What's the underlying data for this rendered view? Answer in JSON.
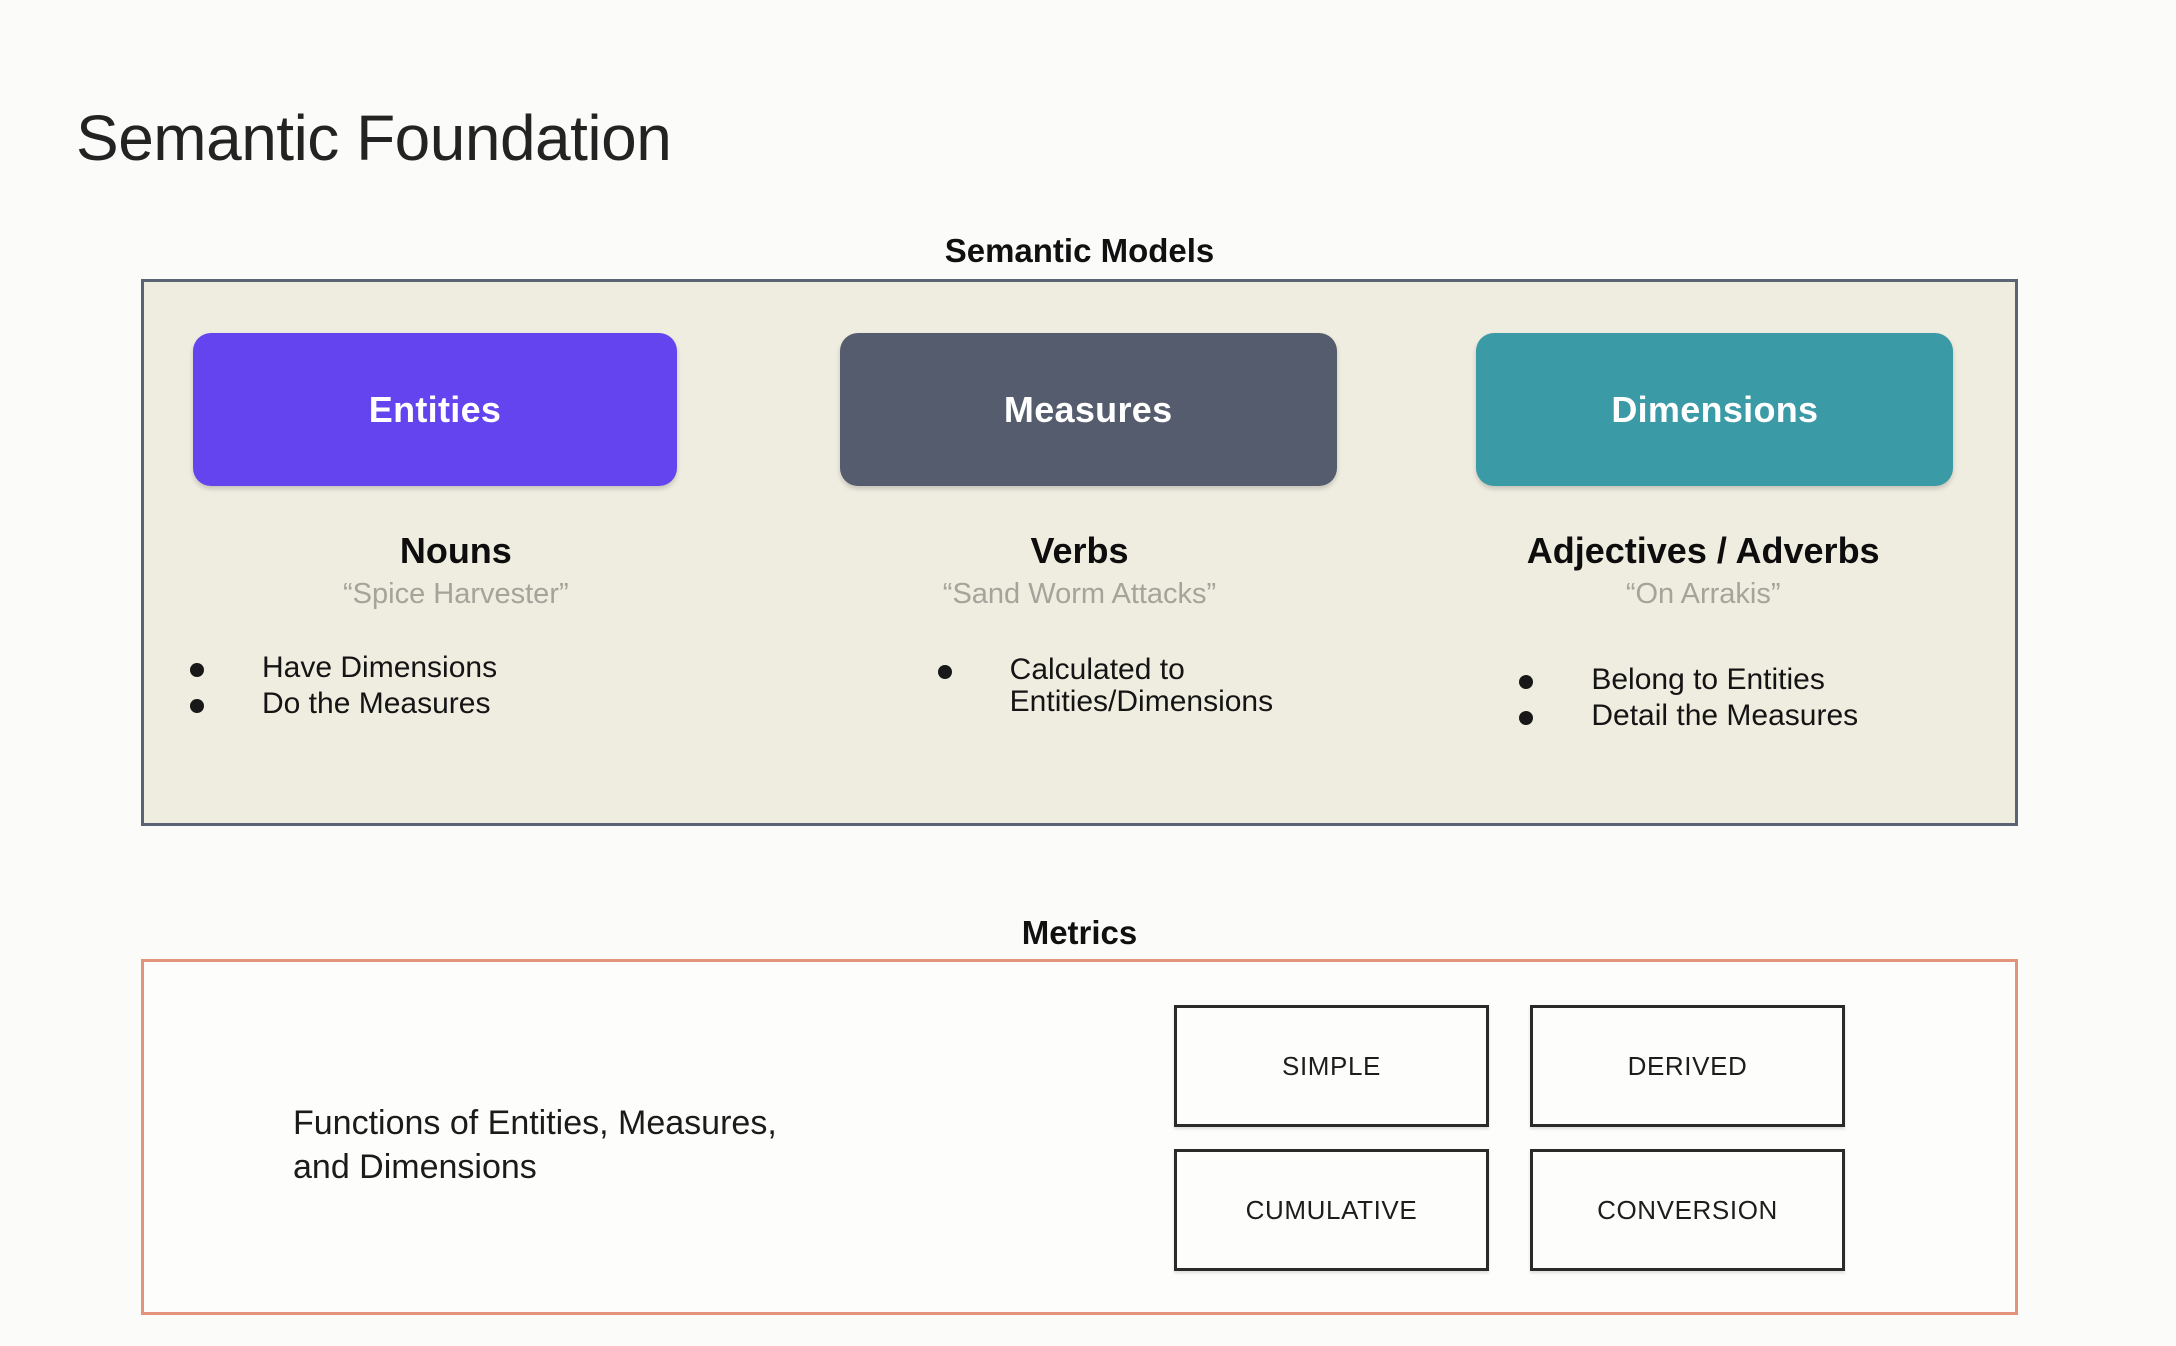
{
  "page": {
    "title": "Semantic Foundation",
    "background_color": "#fbfcf9"
  },
  "semantic_models": {
    "caption": "Semantic Models",
    "panel_background": "#efece0",
    "panel_border_color": "#5a6474",
    "columns": [
      {
        "pill_label": "Entities",
        "pill_color": "#6344ef",
        "part_of_speech": "Nouns",
        "example": "“Spice Harvester”",
        "bullets": [
          "Have Dimensions",
          "Do the Measures"
        ]
      },
      {
        "pill_label": "Measures",
        "pill_color": "#555c6e",
        "part_of_speech": "Verbs",
        "example": "“Sand Worm Attacks”",
        "bullets": [
          "Calculated to\nEntities/Dimensions"
        ]
      },
      {
        "pill_label": "Dimensions",
        "pill_color": "#3a9aa5",
        "part_of_speech": "Adjectives / Adverbs",
        "example": "“On Arrakis”",
        "bullets": [
          "Belong to Entities",
          "Detail the Measures"
        ]
      }
    ]
  },
  "metrics": {
    "caption": "Metrics",
    "panel_border_color": "#e4947a",
    "description": "Functions of Entities, Measures,\nand Dimensions",
    "types": [
      "SIMPLE",
      "DERIVED",
      "CUMULATIVE",
      "CONVERSION"
    ]
  }
}
